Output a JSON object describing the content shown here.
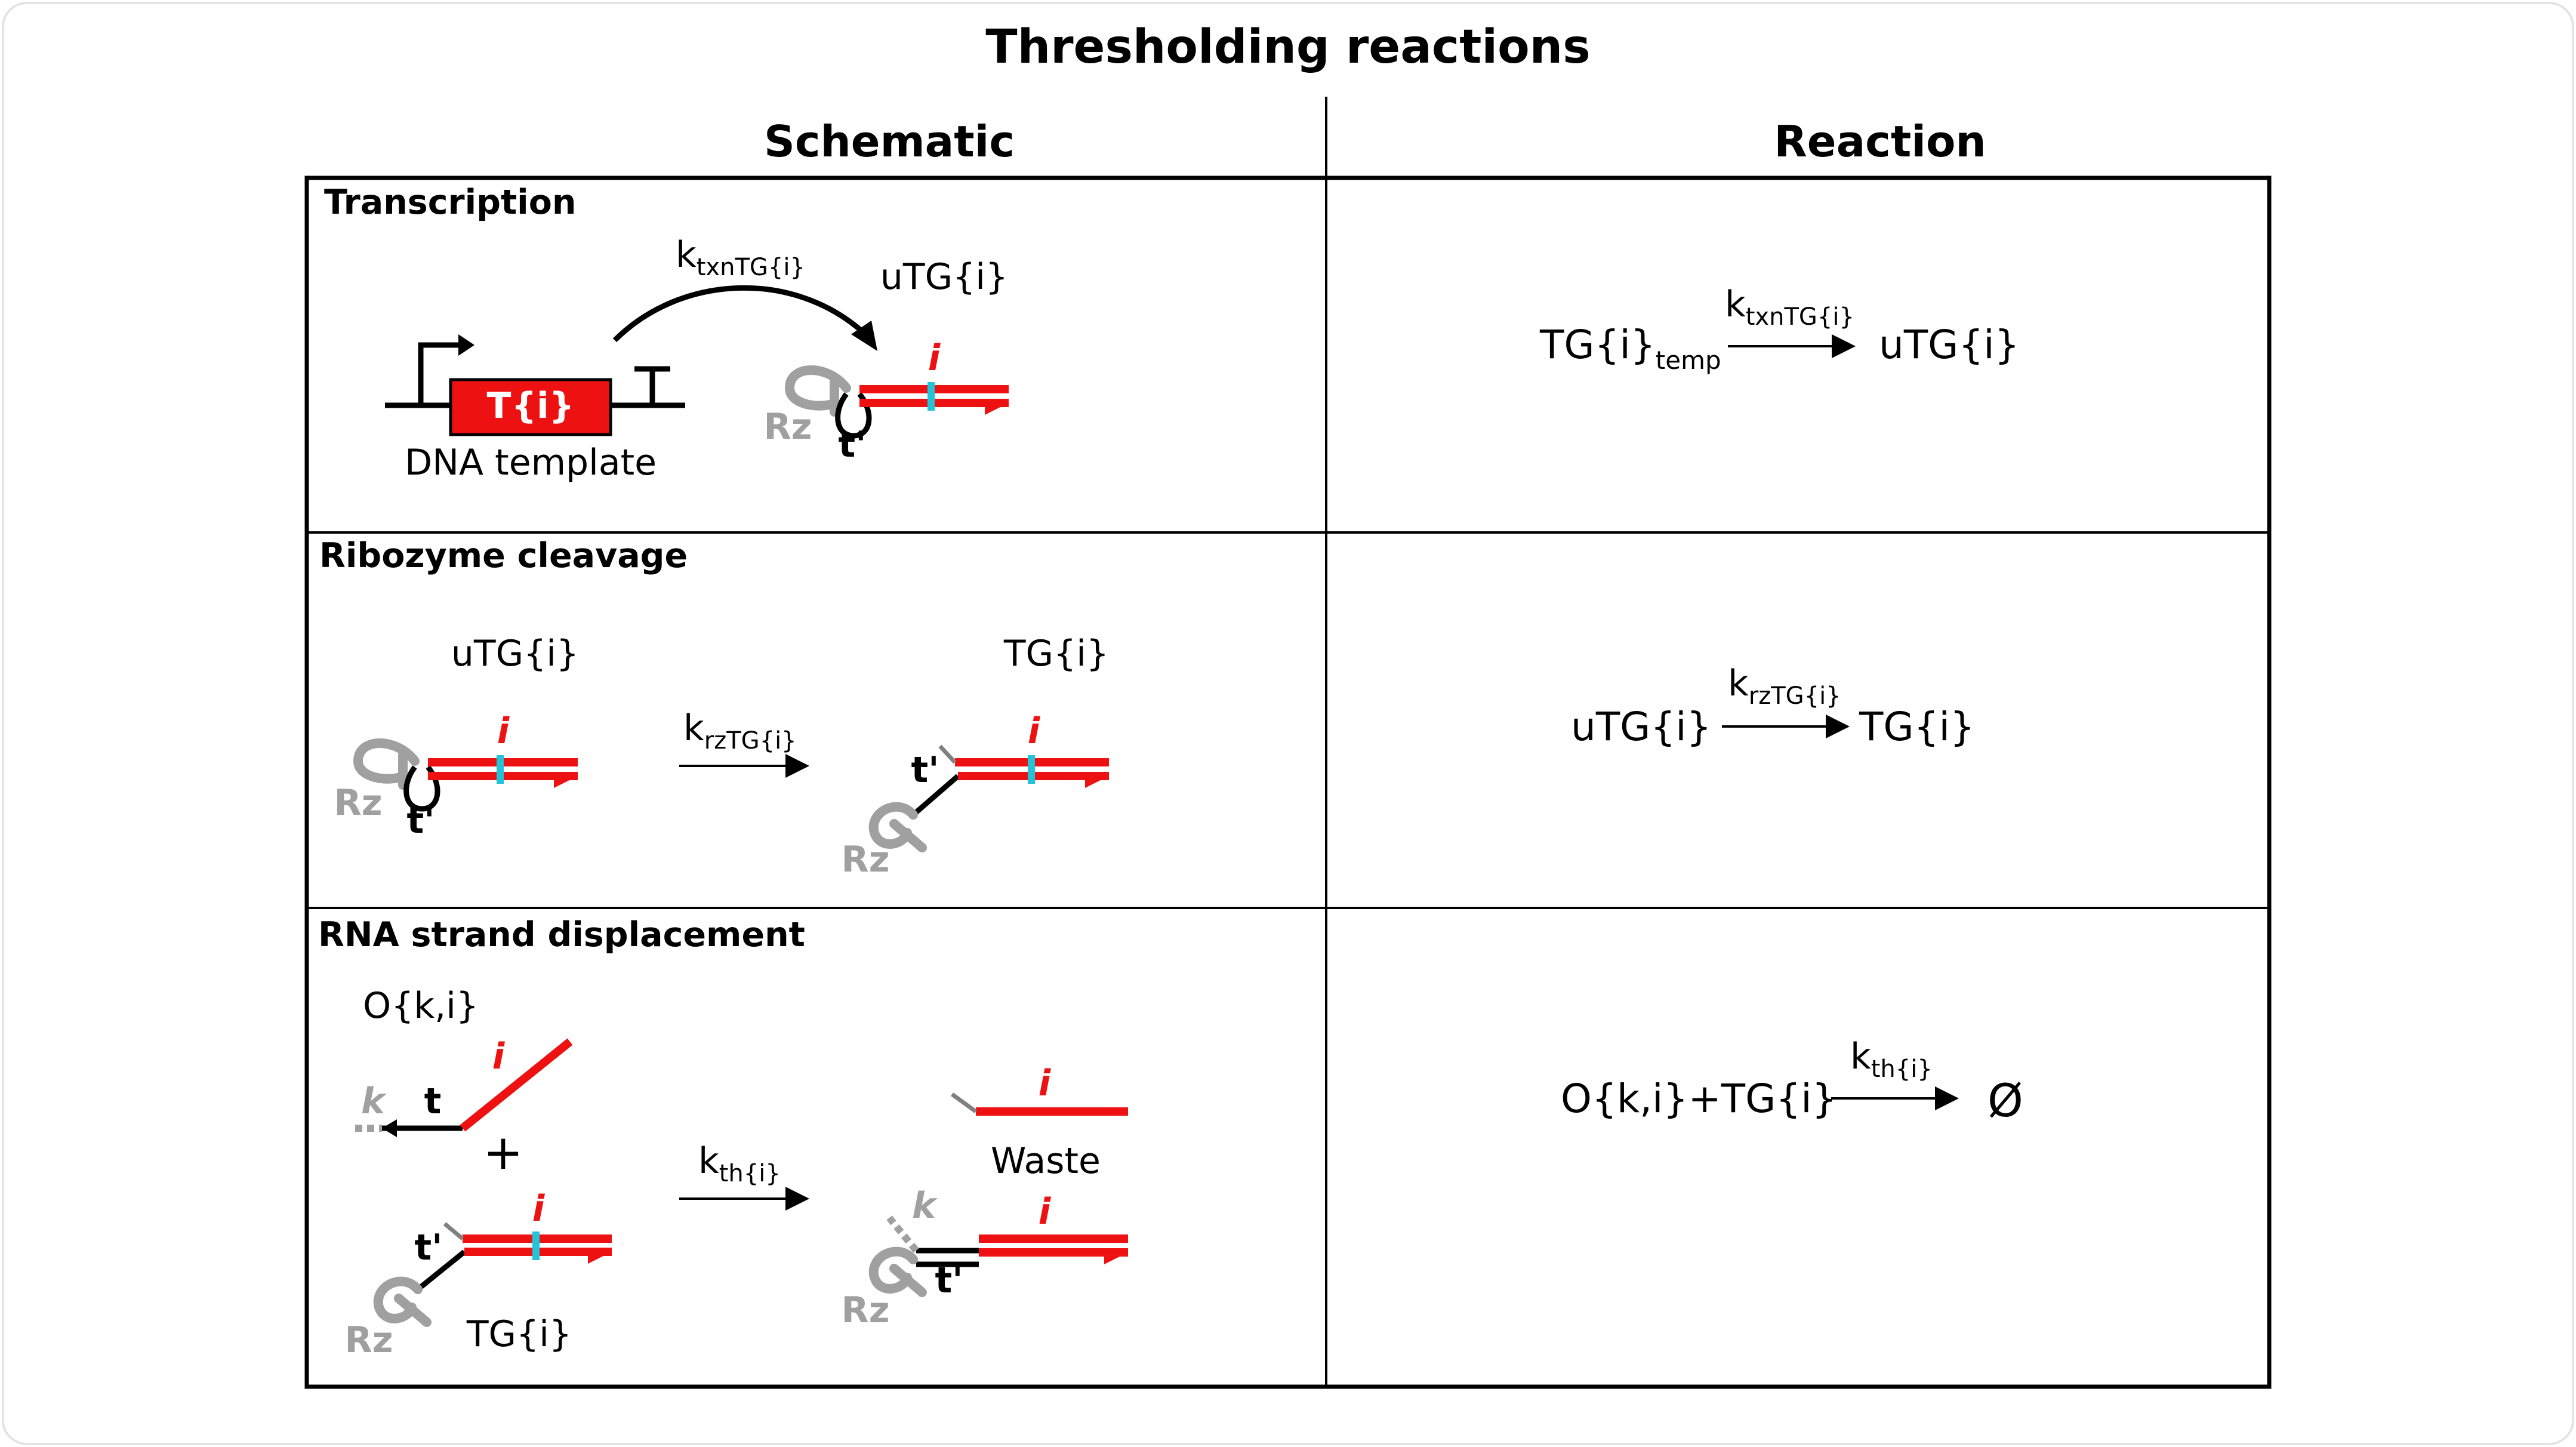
{
  "title": "Thresholding reactions",
  "columns": {
    "schematic": "Schematic",
    "reaction": "Reaction"
  },
  "rows": [
    {
      "label": "Transcription",
      "schematic": {
        "template_box": "T{i}",
        "template_caption": "DNA template",
        "rate_k": "k",
        "rate_sub": "txnTG{i}",
        "product": "uTG{i}",
        "rz": "Rz",
        "tprime": "t'",
        "i": "i"
      },
      "reaction": {
        "lhs_main": "TG{i}",
        "lhs_sub": "temp",
        "rate_k": "k",
        "rate_sub": "txnTG{i}",
        "rhs": "uTG{i}"
      }
    },
    {
      "label": "Ribozyme cleavage",
      "schematic": {
        "reactant": "uTG{i}",
        "product": "TG{i}",
        "rate_k": "k",
        "rate_sub": "rzTG{i}",
        "rz": "Rz",
        "tprime": "t'",
        "i": "i"
      },
      "reaction": {
        "lhs": "uTG{i}",
        "rate_k": "k",
        "rate_sub": "rzTG{i}",
        "rhs": "TG{i}"
      }
    },
    {
      "label": "RNA strand displacement",
      "schematic": {
        "operator": "O{k,i}",
        "plus": "+",
        "tg": "TG{i}",
        "waste": "Waste",
        "rate_k": "k",
        "rate_sub": "th{i}",
        "rz": "Rz",
        "tprime": "t'",
        "t": "t",
        "k": "k",
        "i": "i"
      },
      "reaction": {
        "lhs": "O{k,i}+TG{i}",
        "rate_k": "k",
        "rate_sub": "th{i}",
        "rhs": "Ø"
      }
    }
  ],
  "colors": {
    "red": "#ee1111",
    "grey": "#a0a0a0",
    "cyan": "#22c4d8",
    "black": "#000000"
  }
}
